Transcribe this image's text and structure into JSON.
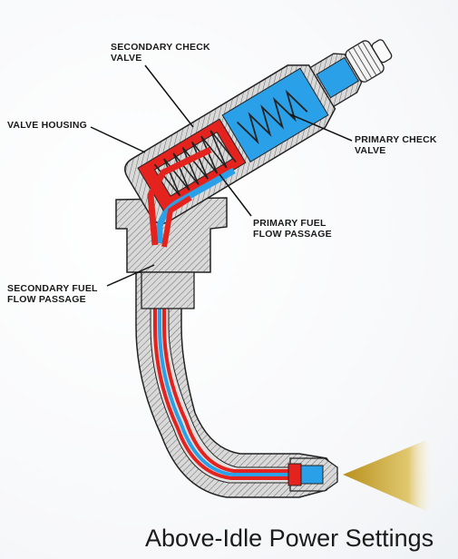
{
  "labels": {
    "secondary_check_valve": "SECONDARY CHECK\nVALVE",
    "valve_housing": "VALVE HOUSING",
    "primary_check_valve": "PRIMARY CHECK\nVALVE",
    "primary_fuel_flow_passage": "PRIMARY FUEL\nFLOW PASSAGE",
    "secondary_fuel_flow_passage": "SECONDARY FUEL\nFLOW PASSAGE"
  },
  "caption": "Above-Idle Power Settings",
  "colors": {
    "primary_fuel": "#2aa0e8",
    "secondary_fuel": "#e5231e",
    "metal": "#d6d6d6",
    "outline": "#222222",
    "spray": "#c9a227"
  }
}
